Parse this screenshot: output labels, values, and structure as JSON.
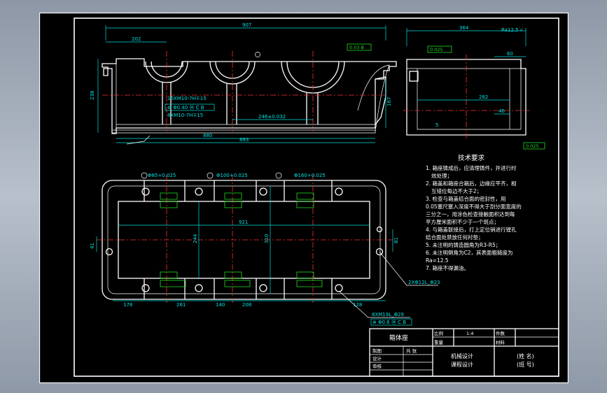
{
  "dims_front": {
    "width": "907",
    "left": "202",
    "height": "238",
    "hole_dim": "16XM10-7H∓15",
    "pos_tol": "⊕ Φ0.40 Ⓜ C B",
    "sub_dim": "8XM10-7H∓15",
    "center_spacing": "246±0.032",
    "d1": "880",
    "d2": "883",
    "right_h": "167",
    "flat": "0.03 B"
  },
  "dims_side": {
    "width": "364",
    "flat": "0.025",
    "depth": "60",
    "h1": "282",
    "h2": "46",
    "h3": "5",
    "rough": "Ra12.5 √",
    "tol": "0.025"
  },
  "dims_top": {
    "bore1": "Φ85+0.025",
    "bore2": "Φ100+0.025",
    "bore3": "Φ160+0.025",
    "len": "921",
    "w1": "244",
    "w2": "310",
    "side": "81",
    "left_h": "41",
    "holes1": "2XΦ12L_Φ23",
    "holes2": "8XM19L_Φ29",
    "holes2_tol": "⊕ Φ0.6 Ⓜ C B",
    "b1": "178",
    "b2": "261",
    "b3": "140",
    "b4": "208",
    "b5": "128"
  },
  "requirements": {
    "title": "技术要求",
    "items": [
      "1. 箱座铸成后，应清理铸件，并进行时",
      "效处理；",
      "2. 箱盖和箱座合箱后，边缘应平齐，相",
      "互错位每边不大于2；",
      "3. 检查与箱盖结合面的密封性，用",
      "0.05塞尺塞入深度不得大于剖分面宽度的",
      "三分之一，用涂色检查接触面积达到每",
      "平方厘米面积不少于一个斑点；",
      "4. 与箱盖联接后，打上定位销进行镗孔",
      "结合面处禁放任何衬垫；",
      "5. 未注明的铸造圆角为R3-R5；",
      "6. 未注明倒角为C2，其表面粗糙度为",
      "Ra=12.5",
      "7. 箱座不得漏油。"
    ]
  },
  "title_block": {
    "part_name": "箱体座",
    "scale_label": "比例",
    "scale_value": "1:4",
    "qty_label": "件数",
    "weight_label": "重量",
    "material_label": "材料",
    "count": "共  张",
    "drawn": "制图",
    "designed": "设计",
    "reviewed": "审核",
    "course1": "机械设计",
    "course2": "课程设计",
    "name_label": "(姓 名)",
    "class_label": "(班 号)"
  }
}
